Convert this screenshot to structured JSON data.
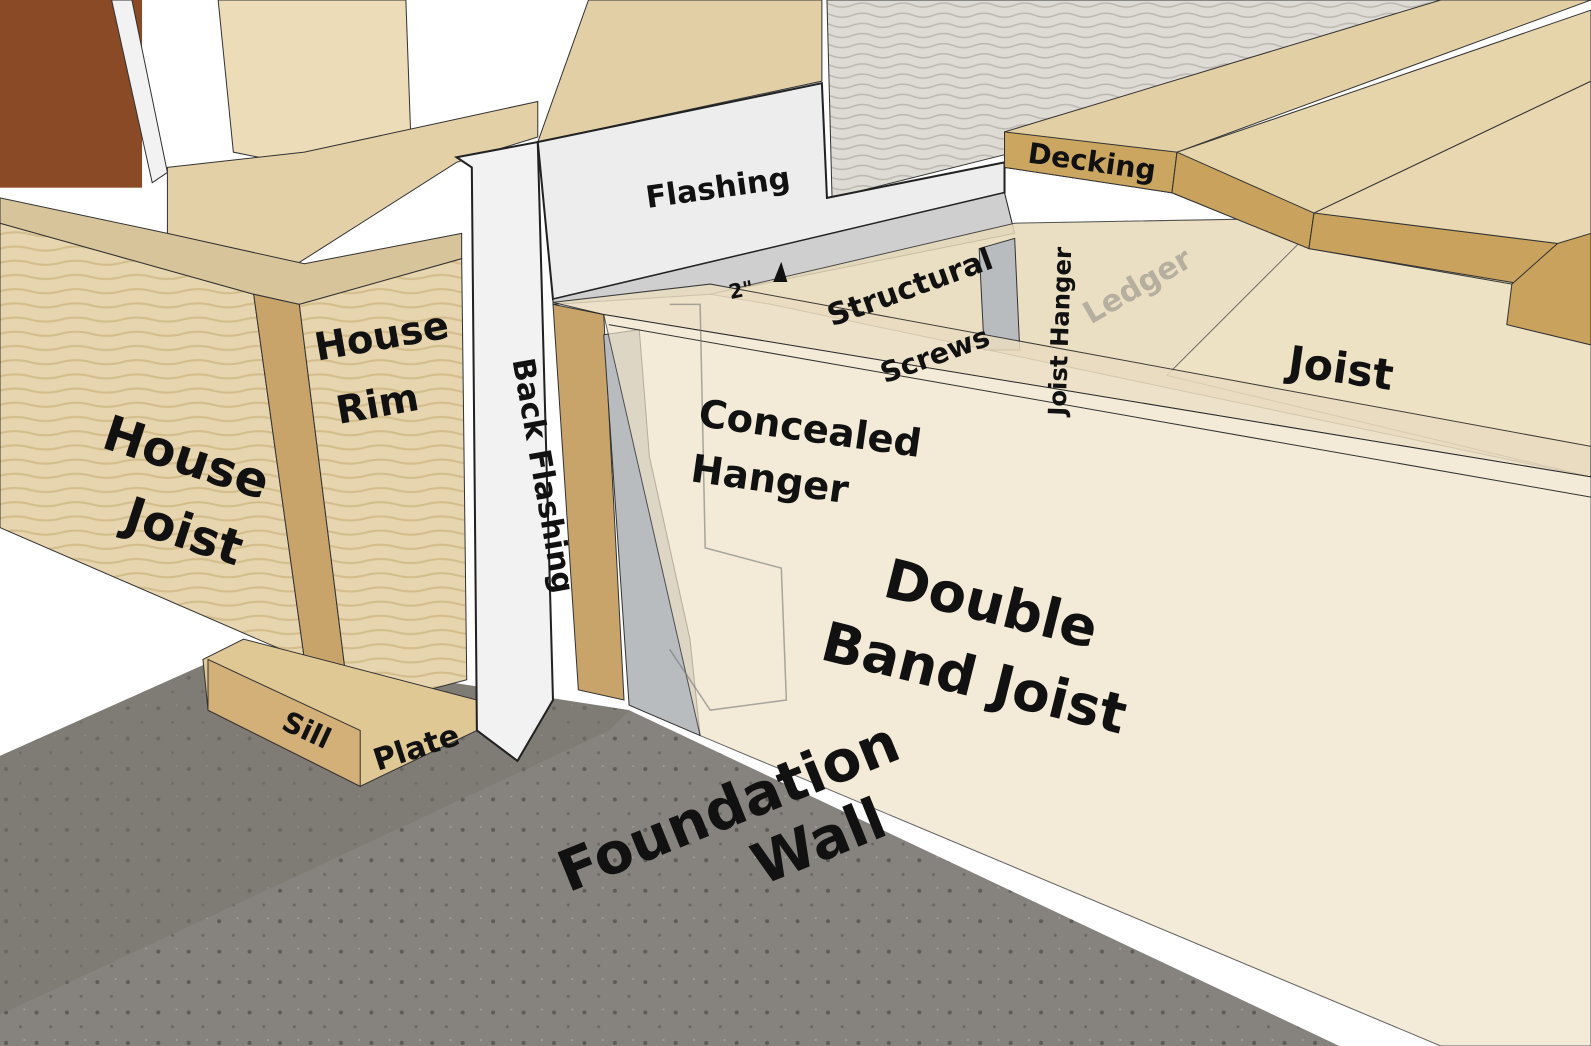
{
  "colors": {
    "concrete": "#86827d",
    "wood_light": "#e8d8b4",
    "wood_mid": "#d9c196",
    "end_grain": "#c9a46a",
    "flashing": "#ececec",
    "hanger": "#b9bcbf",
    "siding": "#dcd9d3",
    "interior_wood": "#8a4a25"
  },
  "labels": {
    "house_joist": [
      "House",
      "Joist"
    ],
    "house_rim": [
      "House",
      "Rim"
    ],
    "sill_plate": [
      "Sill",
      "Plate"
    ],
    "back_flashing": "Back Flashing",
    "flashing": "Flashing",
    "decking": "Decking",
    "structural_screws": [
      "Structural",
      "Screws"
    ],
    "joist_hanger": "Joist Hanger",
    "ledger": "Ledger",
    "joist": "Joist",
    "concealed_hanger": [
      "Concealed",
      "Hanger"
    ],
    "double_band_joist": [
      "Double",
      "Band Joist"
    ],
    "foundation_wall": [
      "Foundation",
      "Wall"
    ],
    "dimension": "2\""
  }
}
